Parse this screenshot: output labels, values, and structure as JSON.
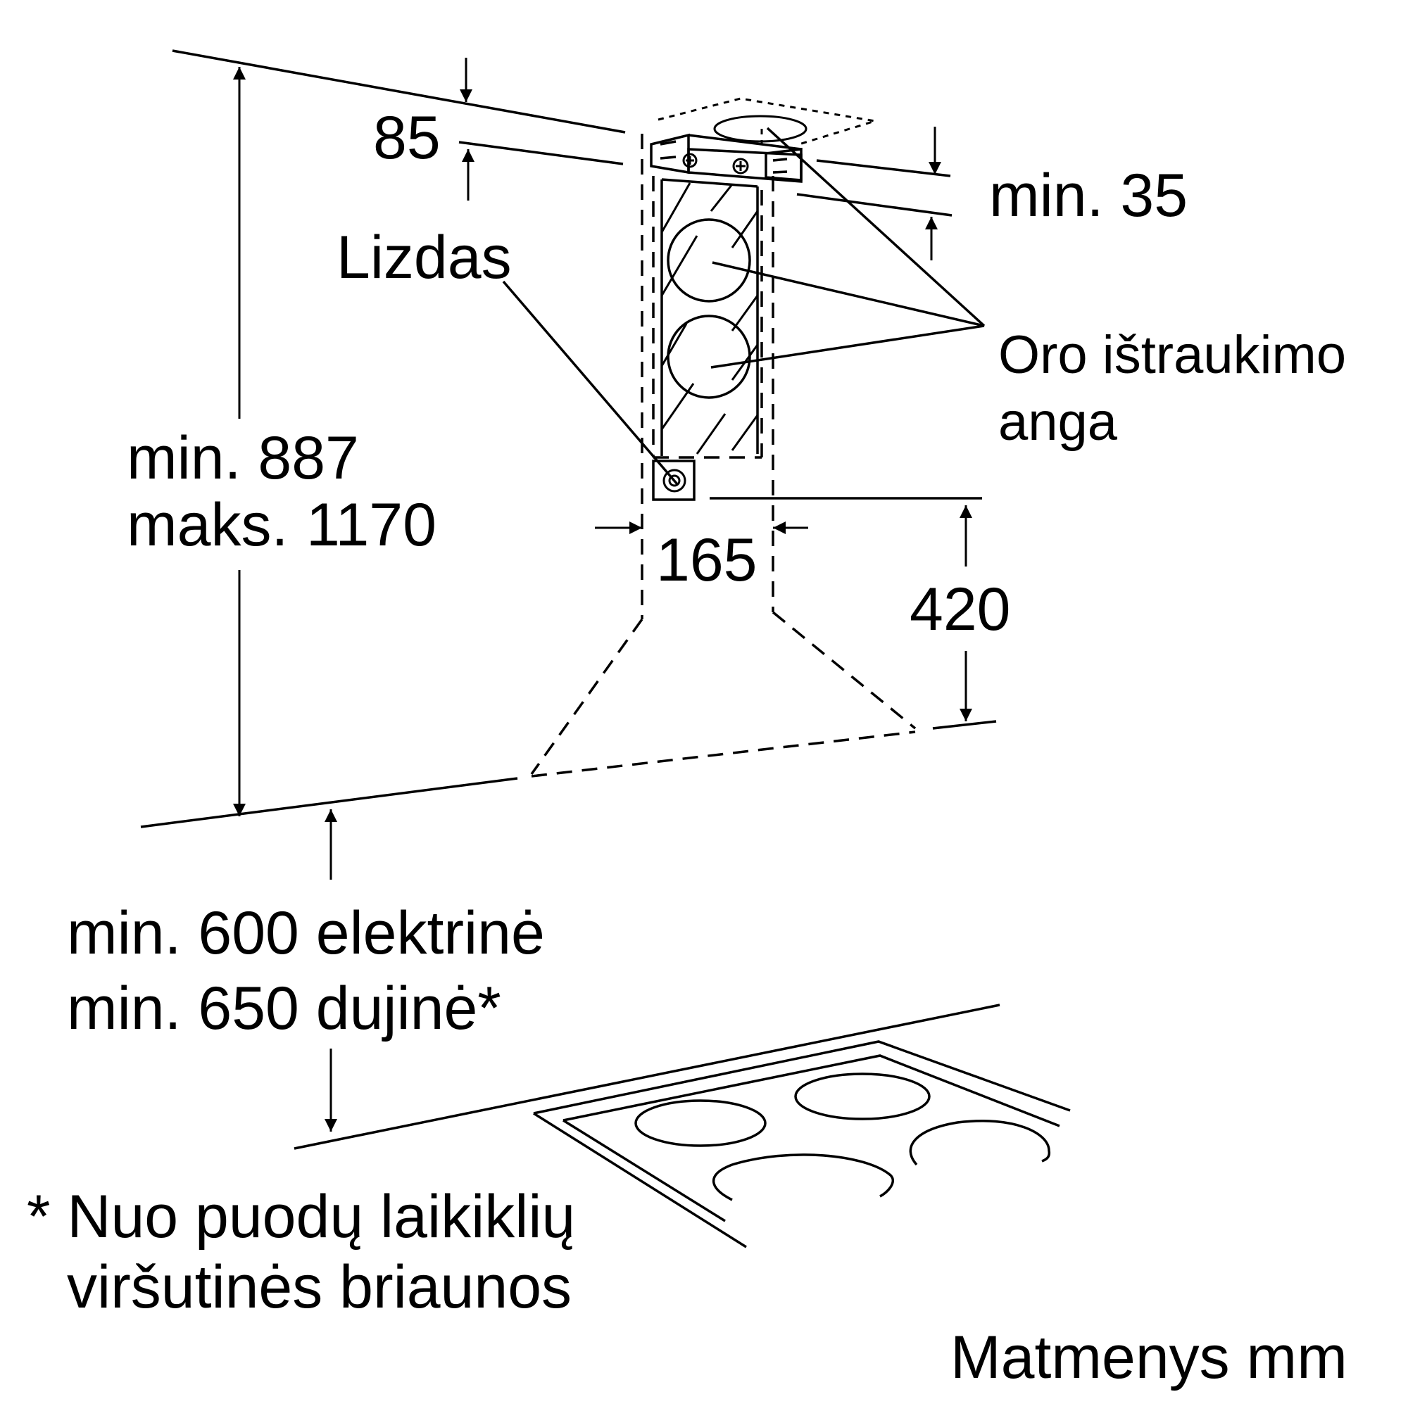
{
  "labels": {
    "dim_85": "85",
    "dim_min35": "min. 35",
    "socket": "Lizdas",
    "air_outlet_line1": "Oro ištraukimo",
    "air_outlet_line2": "anga",
    "height_min": "min. 887",
    "height_max_word": "maks.",
    "height_max_value": "1170",
    "dim_165": "165",
    "dim_420": "420",
    "clearance_electric": "min. 600 elektrinė",
    "clearance_gas": "min. 650 dujinė*",
    "footnote_line1": "* Nuo puodų laikiklių",
    "footnote_line2": "viršutinės briaunos",
    "units": "Matmenys mm"
  }
}
